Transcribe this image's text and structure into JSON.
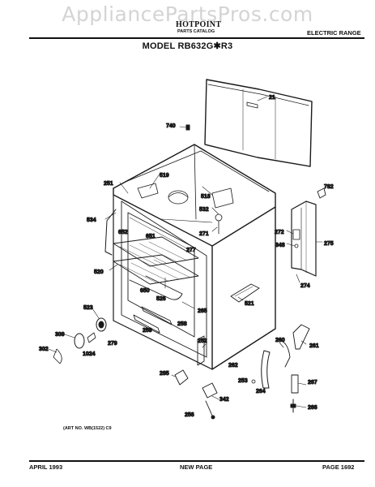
{
  "watermark": "AppliancePartsPros.com",
  "header": {
    "brand": "HOTPOINT",
    "catalog": "PARTS CATALOG",
    "product_type": "ELECTRIC RANGE",
    "model": "MODEL RB632G✱R3"
  },
  "part_labels": {
    "p21": "21",
    "p740": "740",
    "p782": "782",
    "p519": "519",
    "p251": "251",
    "p518": "518",
    "p532": "532",
    "p534": "534",
    "p652": "652",
    "p651": "651",
    "p271": "271",
    "p272": "272",
    "p277": "277",
    "p348": "348",
    "p275": "275",
    "p520": "520",
    "p274": "274",
    "p650": "650",
    "p526": "526",
    "p521": "521",
    "p523": "523",
    "p265": "265",
    "p259": "259",
    "p258": "258",
    "p309": "309",
    "p279": "279",
    "p302": "302",
    "p1024": "1024",
    "p252a": "252",
    "p260": "260",
    "p261": "261",
    "p262": "262",
    "p253": "253",
    "p264": "264",
    "p285": "285",
    "p267": "267",
    "p342": "342",
    "p266": "266",
    "p256": "256"
  },
  "art_number": "(ART NO. WB(1522) C9",
  "footer": {
    "date": "APRIL 1993",
    "center": "NEW PAGE",
    "page": "PAGE 1692"
  }
}
